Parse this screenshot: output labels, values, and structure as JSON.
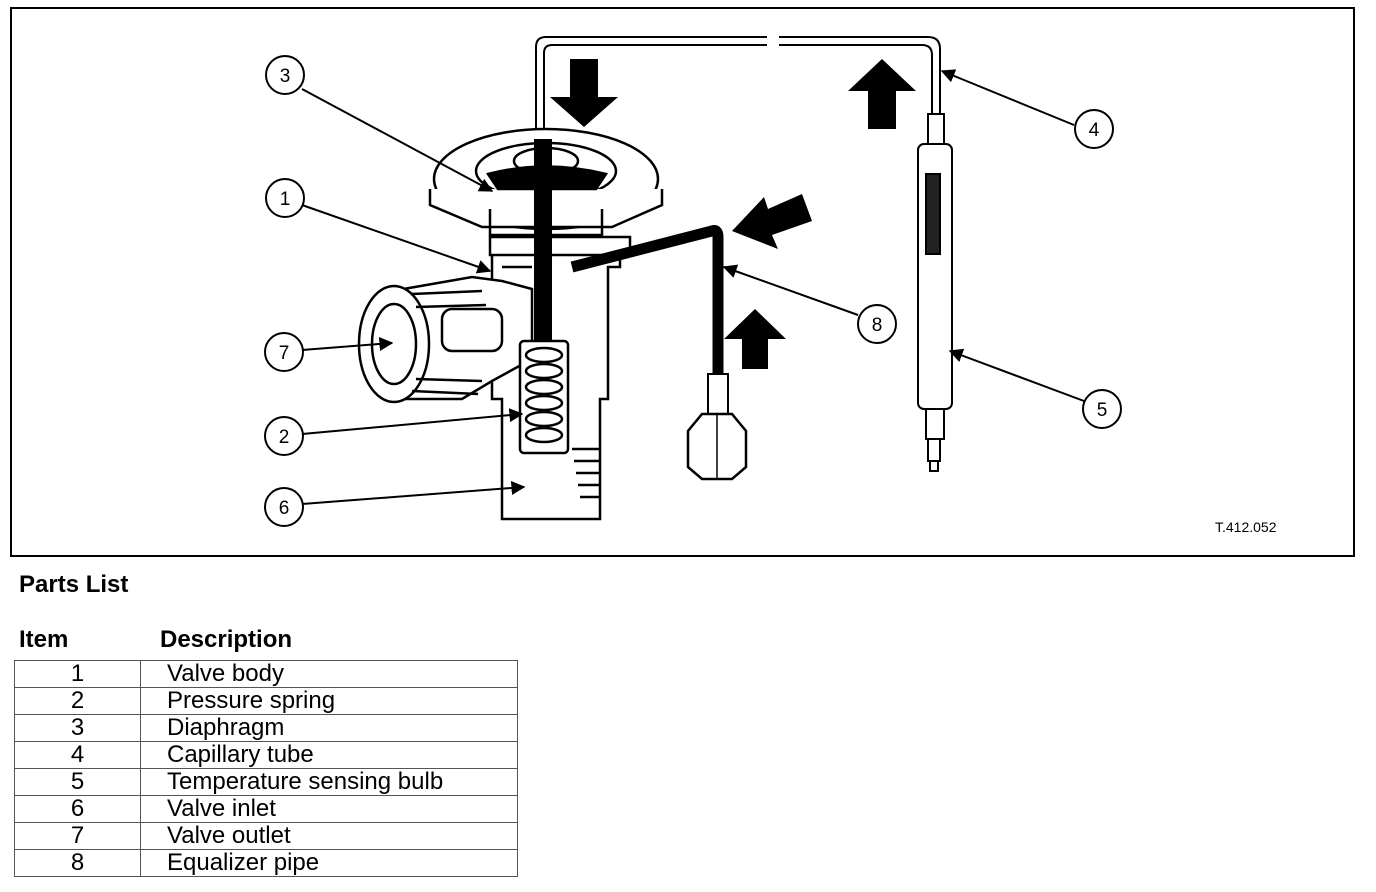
{
  "figure": {
    "reference_code": "T.412.052",
    "callouts": [
      "3",
      "1",
      "7",
      "2",
      "6",
      "4",
      "8",
      "5"
    ]
  },
  "parts_list": {
    "title": "Parts List",
    "column_item": "Item",
    "column_description": "Description",
    "rows": [
      {
        "item": "1",
        "description": "Valve body"
      },
      {
        "item": "2",
        "description": "Pressure spring"
      },
      {
        "item": "3",
        "description": "Diaphragm"
      },
      {
        "item": "4",
        "description": "Capillary tube"
      },
      {
        "item": "5",
        "description": "Temperature sensing bulb"
      },
      {
        "item": "6",
        "description": "Valve inlet"
      },
      {
        "item": "7",
        "description": "Valve outlet"
      },
      {
        "item": "8",
        "description": "Equalizer pipe"
      }
    ]
  }
}
